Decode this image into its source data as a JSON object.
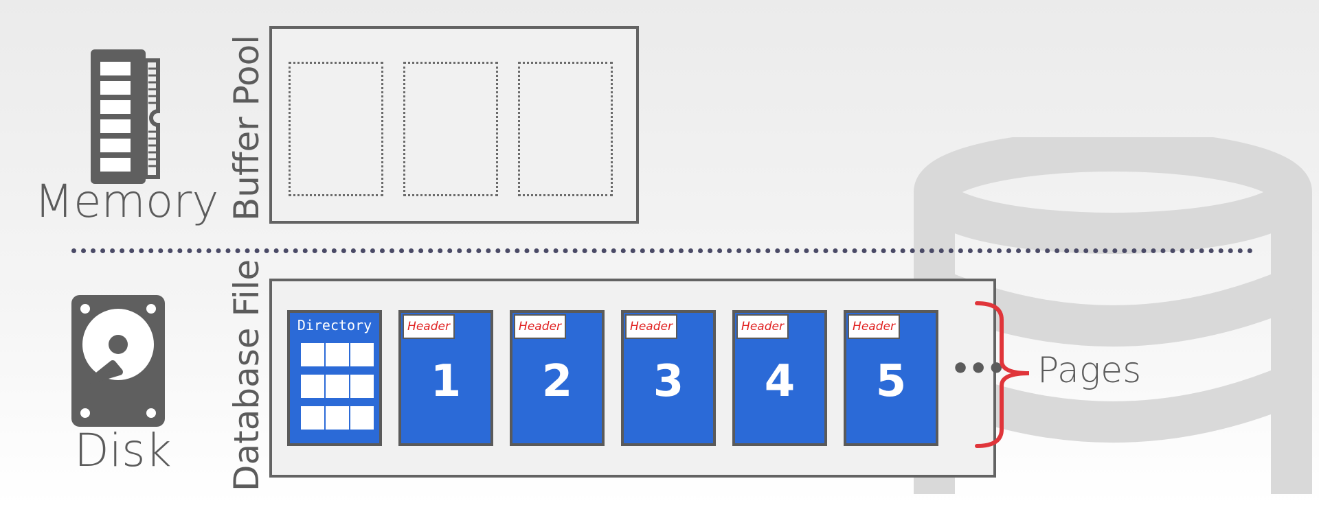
{
  "memory": {
    "label": "Memory",
    "icon": "ram-chip-icon"
  },
  "disk": {
    "label": "Disk",
    "icon": "hard-drive-icon"
  },
  "buffer_pool": {
    "label": "Buffer Pool",
    "frame_count": 3
  },
  "database_file": {
    "label": "Database File",
    "directory": {
      "title": "Directory",
      "grid_rows": 3,
      "grid_cols": 3
    },
    "pages": [
      {
        "header": "Header",
        "number": "1"
      },
      {
        "header": "Header",
        "number": "2"
      },
      {
        "header": "Header",
        "number": "3"
      },
      {
        "header": "Header",
        "number": "4"
      },
      {
        "header": "Header",
        "number": "5"
      }
    ],
    "ellipsis": "•••",
    "pages_label": "Pages"
  },
  "colors": {
    "page_fill": "#2b6ad7",
    "header_text": "#e02020",
    "brace": "#e0353a",
    "divider": "#4a4a66",
    "icon_gray": "#5f5f5f"
  },
  "background_icon": "database-logo-watermark"
}
